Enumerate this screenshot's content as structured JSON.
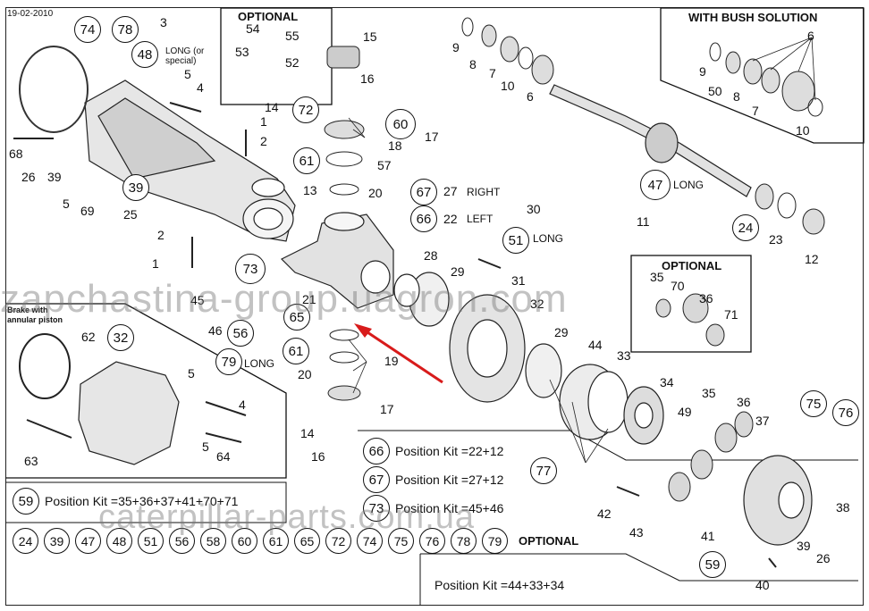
{
  "date": "19-02-2010",
  "optional_top_title": "OPTIONAL",
  "bush_title": "WITH BUSH SOLUTION",
  "optional_right_title": "OPTIONAL",
  "brake_title": "Brake with annular piston",
  "kits": {
    "k59": {
      "num": "59",
      "text": "Position Kit =35+36+37+41+70+71"
    },
    "k66": {
      "num": "66",
      "text": "Position Kit =22+12"
    },
    "k67": {
      "num": "67",
      "text": "Position Kit =27+12"
    },
    "k73": {
      "num": "73",
      "text": "Position Kit =45+46"
    },
    "k44": {
      "text": "Position Kit =44+33+34"
    }
  },
  "bottom_circles": [
    "24",
    "39",
    "47",
    "48",
    "51",
    "56",
    "58",
    "60",
    "61",
    "65",
    "72",
    "74",
    "75",
    "76",
    "78",
    "79"
  ],
  "bottom_optional": "OPTIONAL",
  "labels": {
    "long_or_special": "LONG (or special)",
    "right": "RIGHT",
    "left": "LEFT",
    "long": "LONG"
  },
  "watermarks": {
    "w1": "zapchastina-group.uagrоn.com",
    "w2": "caterpillar-parts.com.ua"
  }
}
